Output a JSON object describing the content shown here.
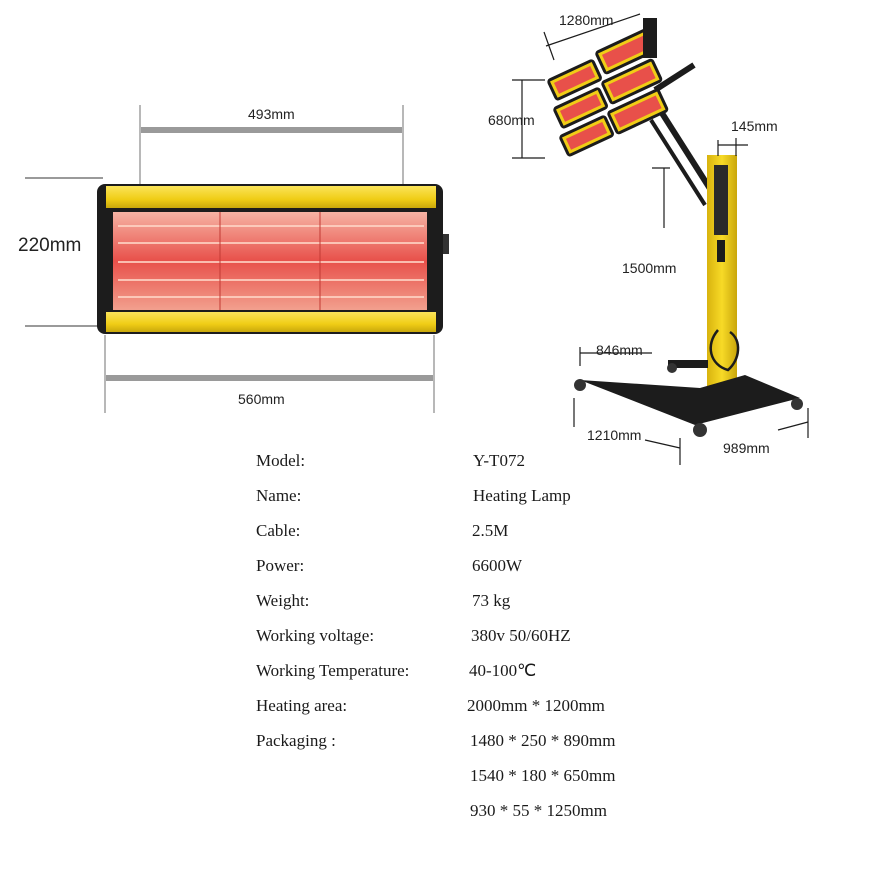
{
  "dimensions": {
    "single_lamp": {
      "top_width": "493mm",
      "height": "220mm",
      "bottom_width": "560mm"
    },
    "stand": {
      "head_width": "1280mm",
      "head_height": "680mm",
      "column_width": "145mm",
      "column_height": "1500mm",
      "base_depth": "846mm",
      "base_length": "1210mm",
      "base_width": "989mm"
    }
  },
  "specs": [
    {
      "label": "Model:",
      "value": "Y-T072"
    },
    {
      "label": "Name:",
      "value": "Heating Lamp"
    },
    {
      "label": "Cable:",
      "value": "2.5M"
    },
    {
      "label": "Power:",
      "value": "6600W"
    },
    {
      "label": "Weight:",
      "value": "73 kg"
    },
    {
      "label": "Working voltage:",
      "value": "380v  50/60HZ"
    },
    {
      "label": "Working Temperature:",
      "value": "40-100℃"
    },
    {
      "label": "Heating area:",
      "value": "2000mm * 1200mm"
    },
    {
      "label": "Packaging :",
      "value": "1480 * 250 * 890mm"
    },
    {
      "label": "",
      "value": "1540 * 180 * 650mm"
    },
    {
      "label": "",
      "value": "930 * 55 * 1250mm"
    }
  ],
  "colors": {
    "frame_yellow": "#f2d21c",
    "frame_dark": "#1c1c1c",
    "heater_glow": "#e8504a",
    "dimension_line": "#9a9a9a"
  }
}
